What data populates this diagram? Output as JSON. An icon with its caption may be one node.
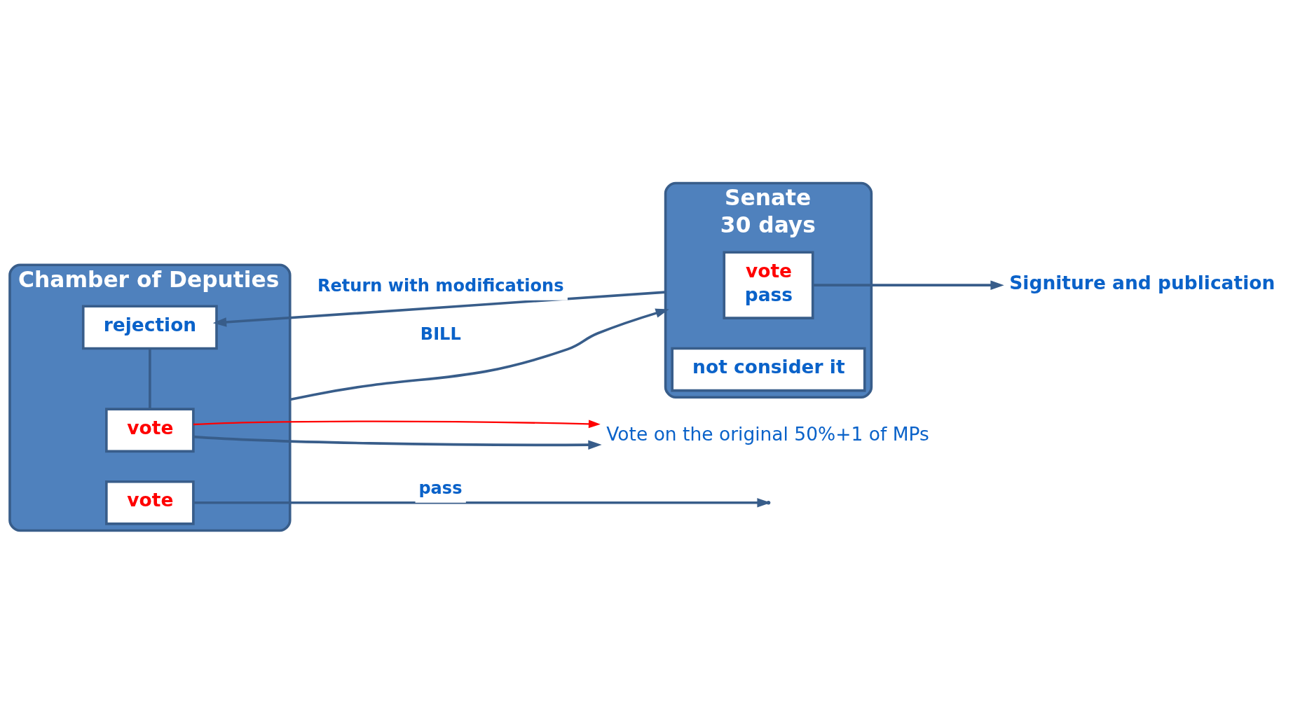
{
  "diagram": {
    "nodes": [
      {
        "text": [
          "Chamber of Deputies"
        ]
      },
      {
        "text": [
          "vote"
        ],
        "in": 0
      },
      {
        "text": [
          "rejection"
        ],
        "in": 0
      },
      {
        "text": [
          "vote"
        ],
        "in": 0
      },
      {
        "text": [
          "Senate",
          "30 days"
        ]
      },
      {
        "text": [
          "vote",
          "pass"
        ],
        "in": 4
      },
      {
        "text": [
          "not consider it"
        ],
        "in": 4
      },
      {
        "text": [
          "Vote on the original 50%+1 of MPs"
        ]
      },
      {
        "text": [
          "Signiture and publication"
        ]
      }
    ],
    "edges": [
      {
        "from": 0,
        "to": 4,
        "arrow": "to",
        "label": "BILL"
      },
      {
        "from": 1,
        "to": 7,
        "arrow": "to"
      },
      {
        "from": 1,
        "to": 7,
        "arrow": "to",
        "color": "#ff0000"
      },
      {
        "from": 1,
        "to": 2,
        "arrow": "none"
      },
      {
        "from": 4,
        "to": 2,
        "arrow": "to",
        "label": "Return with modifications"
      },
      {
        "from": 3,
        "to": null,
        "arrow": "to",
        "label": "pass"
      },
      {
        "from": 5,
        "to": 8,
        "arrow": "to"
      }
    ]
  }
}
